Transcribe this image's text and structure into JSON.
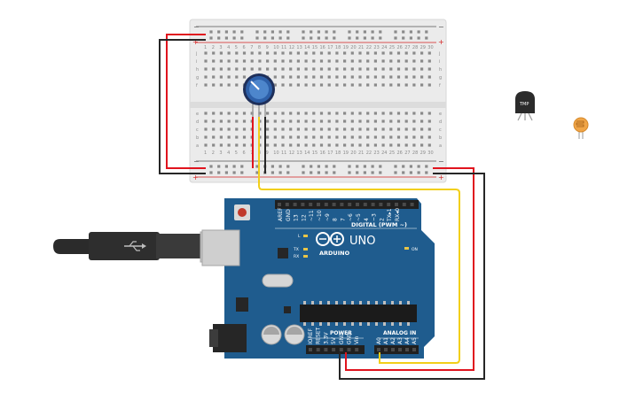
{
  "breadboard": {
    "row_letters_top": [
      "j",
      "i",
      "h",
      "g",
      "f"
    ],
    "row_letters_bottom": [
      "e",
      "d",
      "c",
      "b",
      "a"
    ],
    "column_numbers": [
      "1",
      "2",
      "3",
      "4",
      "5",
      "6",
      "7",
      "8",
      "9",
      "10",
      "11",
      "12",
      "13",
      "14",
      "15",
      "16",
      "17",
      "18",
      "19",
      "20",
      "21",
      "22",
      "23",
      "24",
      "25",
      "26",
      "27",
      "28",
      "29",
      "30"
    ],
    "rail_minus": "−",
    "rail_plus": "+"
  },
  "components": {
    "temp_sensor_label": "TMP",
    "potentiometer": "potentiometer",
    "photoresistor": "photoresistor"
  },
  "arduino": {
    "brand": "ARDUINO",
    "model": "UNO",
    "digital_label": "DIGITAL (PWM ~)",
    "power_label": "POWER",
    "analog_label": "ANALOG IN",
    "on_label": "ON",
    "led_l": "L",
    "led_tx": "TX",
    "led_rx": "RX",
    "digital_pins": [
      "AREF",
      "GND",
      "13",
      "12",
      "~11",
      "~10",
      "~9",
      "8",
      "7",
      "~6",
      "~5",
      "4",
      "~3",
      "2",
      "TX▸1",
      "RX◂0"
    ],
    "power_pins": [
      "IOREF",
      "RESET",
      "3.3V",
      "5V",
      "GND",
      "GND",
      "Vin"
    ],
    "analog_pins": [
      "A0",
      "A1",
      "A2",
      "A3",
      "A4",
      "A5"
    ]
  },
  "colors": {
    "board_blue": "#1f5c8e",
    "wire_red": "#e0141e",
    "wire_black": "#262626",
    "wire_yellow": "#f2cf1a",
    "rail_red": "#d42121",
    "breadboard": "#e9e9e9"
  }
}
